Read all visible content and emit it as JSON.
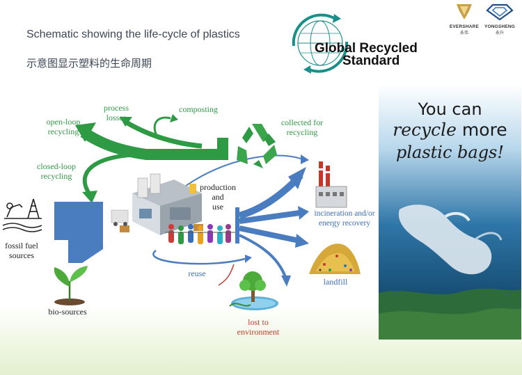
{
  "title": {
    "en": "Schematic showing the life-cycle of plastics",
    "cn": "示意图显示塑料的生命周期"
  },
  "grs_logo": {
    "line1": "Global Recycled",
    "line2": "Standard"
  },
  "brands": [
    {
      "name": "EVERSHARE",
      "cn": "永伟",
      "icon": "evershare-logo"
    },
    {
      "name": "YONGSHENG",
      "cn": "永升",
      "icon": "yongsheng-diamond-logo"
    }
  ],
  "diagram": {
    "labels": {
      "process_losses": "process\nlosses",
      "composting": "composting",
      "collected_for_recycling": "collected for\nrecycling",
      "open_loop_recycling": "open-loop\nrecycling",
      "closed_loop_recycling": "closed-loop\nrecycling",
      "production_and_use": "production\nand\nuse",
      "fossil_fuel_sources": "fossil fuel\nsources",
      "bio_sources": "bio-sources",
      "reuse": "reuse",
      "incineration": "incineration and/or\nenergy recovery",
      "landfill": "landfill",
      "lost_to_environment": "lost to\nenvironment"
    },
    "icons": [
      "recycle-icon",
      "factory-icon",
      "people-icon",
      "oil-rig-icon",
      "plant-sprout-icon",
      "incinerator-icon",
      "landfill-icon",
      "pond-tree-icon"
    ],
    "colors": {
      "green": "#2f9a44",
      "blue": "#4a7cc0",
      "text_blue": "#3a6fb5",
      "red": "#c03a2b"
    }
  },
  "photo": {
    "line1_a": "You can",
    "line2_a": "recycle",
    "line2_b": "more",
    "line3": "plastic bags!",
    "icon": "plastic-bag-underwater"
  }
}
